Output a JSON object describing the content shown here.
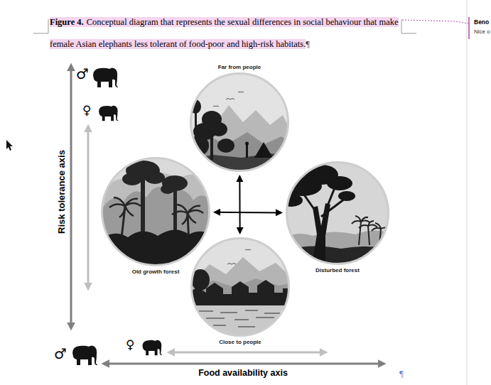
{
  "diagram": {
    "title": "Figure 4.",
    "caption": "Conceptual diagram that represents the sexual differences in social behaviour that make female Asian elephants less tolerant of food-poor and high-risk habitats.",
    "nodes": [
      {
        "text": [
          "Far from people"
        ]
      },
      {
        "text": [
          "Old growth forest"
        ]
      },
      {
        "text": [
          "Disturbed forest"
        ]
      },
      {
        "text": [
          "Close to people"
        ]
      }
    ],
    "edges": [
      {
        "from": 1,
        "to": 2,
        "arrow": "both"
      },
      {
        "from": 0,
        "to": 3,
        "arrow": "both"
      }
    ],
    "labels": [
      "¶",
      "Beno",
      "Nice o",
      "♂",
      "♀",
      "Risk tolerance axis",
      "♂",
      "♀",
      "Food availability axis",
      "¶"
    ]
  }
}
